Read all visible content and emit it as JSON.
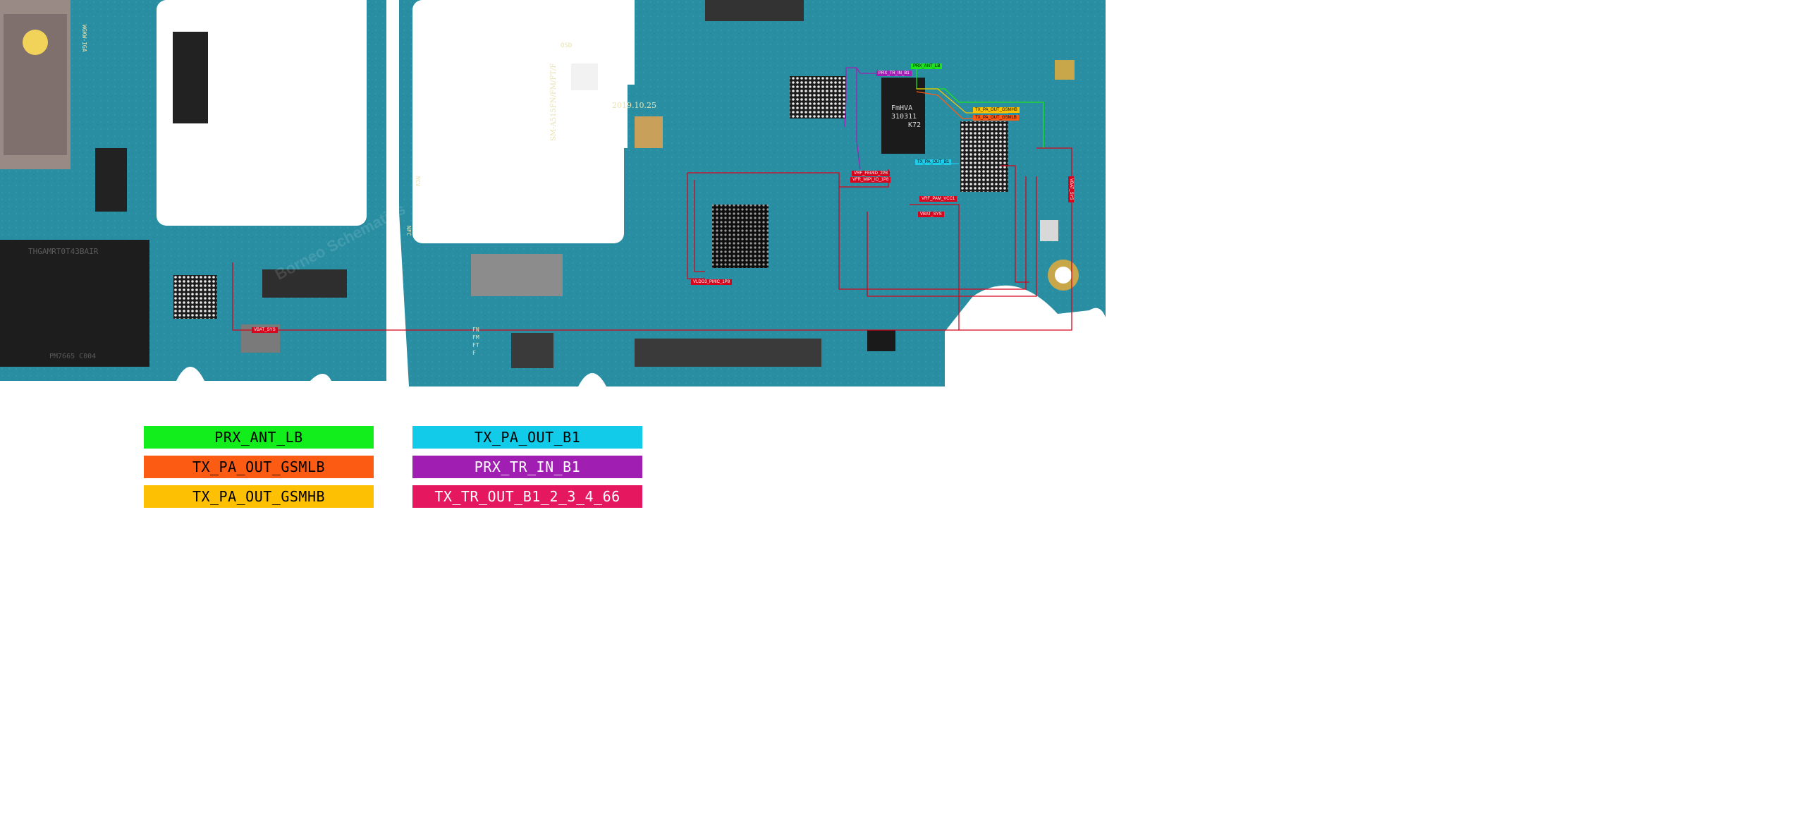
{
  "board": {
    "markings": {
      "date_code": "2019.10.25",
      "model": "SM-A515FN/FM/FT/F",
      "osd": "OSD",
      "rf_chip": [
        "FmHVA",
        "310311",
        "K72"
      ],
      "memory": "THGAMRT0T43BAIR",
      "pmic": "PM7665 C004",
      "nfc": "NFC",
      "ncv": "NCV",
      "side_code": "WGKW-IGA",
      "fn_stack": [
        "FN",
        "FM",
        "FT",
        "F"
      ]
    },
    "watermark": "Borneo Schematics",
    "signal_tags": [
      {
        "label": "PRX_ANT_LB",
        "color": "#1be51b",
        "text_color": "#000000"
      },
      {
        "label": "PRX_TR_IN_B1",
        "color": "#a31fb3",
        "text_color": "#ffffff"
      },
      {
        "label": "TX_PA_OUT_GSMHB",
        "color": "#f9c100",
        "text_color": "#000000"
      },
      {
        "label": "TX_PA_OUT_GSMLB",
        "color": "#ff5a14",
        "text_color": "#000000"
      },
      {
        "label": "TX_PA_OUT_B1",
        "color": "#1ecbe8",
        "text_color": "#000000"
      },
      {
        "label": "VRF_FEMID_2P8",
        "color": "#d6041c",
        "text_color": "#ffffff"
      },
      {
        "label": "VFR_MIPI_IO_1P8",
        "color": "#d6041c",
        "text_color": "#ffffff"
      },
      {
        "label": "VRF_PAM_VCC1",
        "color": "#d6041c",
        "text_color": "#ffffff"
      },
      {
        "label": "VBAT_SYS",
        "color": "#d6041c",
        "text_color": "#ffffff"
      },
      {
        "label": "VLDO3_PMIC_1P8",
        "color": "#d6041c",
        "text_color": "#ffffff"
      },
      {
        "label": "VBAT_SYS",
        "color": "#d6041c",
        "text_color": "#ffffff"
      },
      {
        "label": "VBAT_SYS",
        "color": "#d6041c",
        "text_color": "#ffffff"
      }
    ]
  },
  "legend": [
    {
      "label": "PRX_ANT_LB",
      "color": "#11ee1c",
      "text_color": "#000000"
    },
    {
      "label": "TX_PA_OUT_B1",
      "color": "#12cbe9",
      "text_color": "#000000"
    },
    {
      "label": "TX_PA_OUT_GSMLB",
      "color": "#fc5b14",
      "text_color": "#000000"
    },
    {
      "label": "PRX_TR_IN_B1",
      "color": "#a11eb2",
      "text_color": "#ffffff"
    },
    {
      "label": "TX_PA_OUT_GSMHB",
      "color": "#fdc003",
      "text_color": "#000000"
    },
    {
      "label": "TX_TR_OUT_B1_2_3_4_66",
      "color": "#e5175f",
      "text_color": "#ffffff"
    }
  ]
}
